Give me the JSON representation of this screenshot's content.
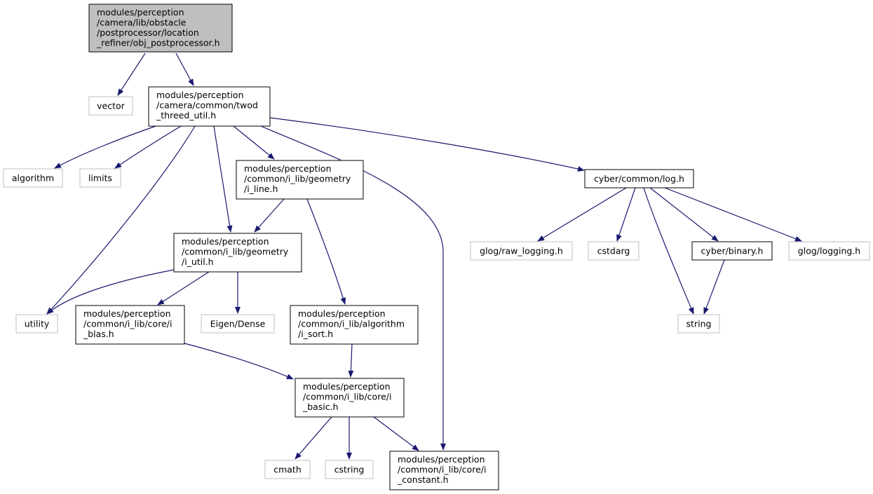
{
  "graph": {
    "edge_color": "#191970",
    "nodes": [
      {
        "id": "root",
        "kind": "root",
        "lines": [
          "modules/perception",
          "/camera/lib/obstacle",
          "/postprocessor/location",
          "_refiner/obj_postprocessor.h"
        ]
      },
      {
        "id": "vector",
        "kind": "system",
        "lines": [
          "vector"
        ]
      },
      {
        "id": "twod",
        "kind": "local",
        "lines": [
          "modules/perception",
          "/camera/common/twod",
          "_threed_util.h"
        ]
      },
      {
        "id": "algorithm",
        "kind": "system",
        "lines": [
          "algorithm"
        ]
      },
      {
        "id": "limits",
        "kind": "system",
        "lines": [
          "limits"
        ]
      },
      {
        "id": "i_line",
        "kind": "local",
        "lines": [
          "modules/perception",
          "/common/i_lib/geometry",
          "/i_line.h"
        ]
      },
      {
        "id": "log",
        "kind": "local",
        "lines": [
          "cyber/common/log.h"
        ]
      },
      {
        "id": "i_util",
        "kind": "local",
        "lines": [
          "modules/perception",
          "/common/i_lib/geometry",
          "/i_util.h"
        ]
      },
      {
        "id": "raw_logging",
        "kind": "system",
        "lines": [
          "glog/raw_logging.h"
        ]
      },
      {
        "id": "cstdarg",
        "kind": "system",
        "lines": [
          "cstdarg"
        ]
      },
      {
        "id": "binary",
        "kind": "local",
        "lines": [
          "cyber/binary.h"
        ]
      },
      {
        "id": "logging",
        "kind": "system",
        "lines": [
          "glog/logging.h"
        ]
      },
      {
        "id": "utility",
        "kind": "system",
        "lines": [
          "utility"
        ]
      },
      {
        "id": "i_blas",
        "kind": "local",
        "lines": [
          "modules/perception",
          "/common/i_lib/core/i",
          "_blas.h"
        ]
      },
      {
        "id": "eigen",
        "kind": "system",
        "lines": [
          "Eigen/Dense"
        ]
      },
      {
        "id": "i_sort",
        "kind": "local",
        "lines": [
          "modules/perception",
          "/common/i_lib/algorithm",
          "/i_sort.h"
        ]
      },
      {
        "id": "string",
        "kind": "system",
        "lines": [
          "string"
        ]
      },
      {
        "id": "i_basic",
        "kind": "local",
        "lines": [
          "modules/perception",
          "/common/i_lib/core/i",
          "_basic.h"
        ]
      },
      {
        "id": "cmath",
        "kind": "system",
        "lines": [
          "cmath"
        ]
      },
      {
        "id": "cstring",
        "kind": "system",
        "lines": [
          "cstring"
        ]
      },
      {
        "id": "i_constant",
        "kind": "local",
        "lines": [
          "modules/perception",
          "/common/i_lib/core/i",
          "_constant.h"
        ]
      }
    ],
    "edges": [
      {
        "from": "root",
        "to": "vector"
      },
      {
        "from": "root",
        "to": "twod"
      },
      {
        "from": "twod",
        "to": "algorithm"
      },
      {
        "from": "twod",
        "to": "limits"
      },
      {
        "from": "twod",
        "to": "utility"
      },
      {
        "from": "twod",
        "to": "i_util"
      },
      {
        "from": "twod",
        "to": "i_line"
      },
      {
        "from": "twod",
        "to": "i_constant"
      },
      {
        "from": "twod",
        "to": "log"
      },
      {
        "from": "i_line",
        "to": "i_util"
      },
      {
        "from": "i_line",
        "to": "i_sort"
      },
      {
        "from": "i_util",
        "to": "utility"
      },
      {
        "from": "i_util",
        "to": "i_blas"
      },
      {
        "from": "i_util",
        "to": "eigen"
      },
      {
        "from": "i_blas",
        "to": "i_basic"
      },
      {
        "from": "i_sort",
        "to": "i_basic"
      },
      {
        "from": "i_basic",
        "to": "cmath"
      },
      {
        "from": "i_basic",
        "to": "cstring"
      },
      {
        "from": "i_basic",
        "to": "i_constant"
      },
      {
        "from": "log",
        "to": "raw_logging"
      },
      {
        "from": "log",
        "to": "cstdarg"
      },
      {
        "from": "log",
        "to": "binary"
      },
      {
        "from": "log",
        "to": "logging"
      },
      {
        "from": "log",
        "to": "string"
      },
      {
        "from": "binary",
        "to": "string"
      }
    ]
  }
}
